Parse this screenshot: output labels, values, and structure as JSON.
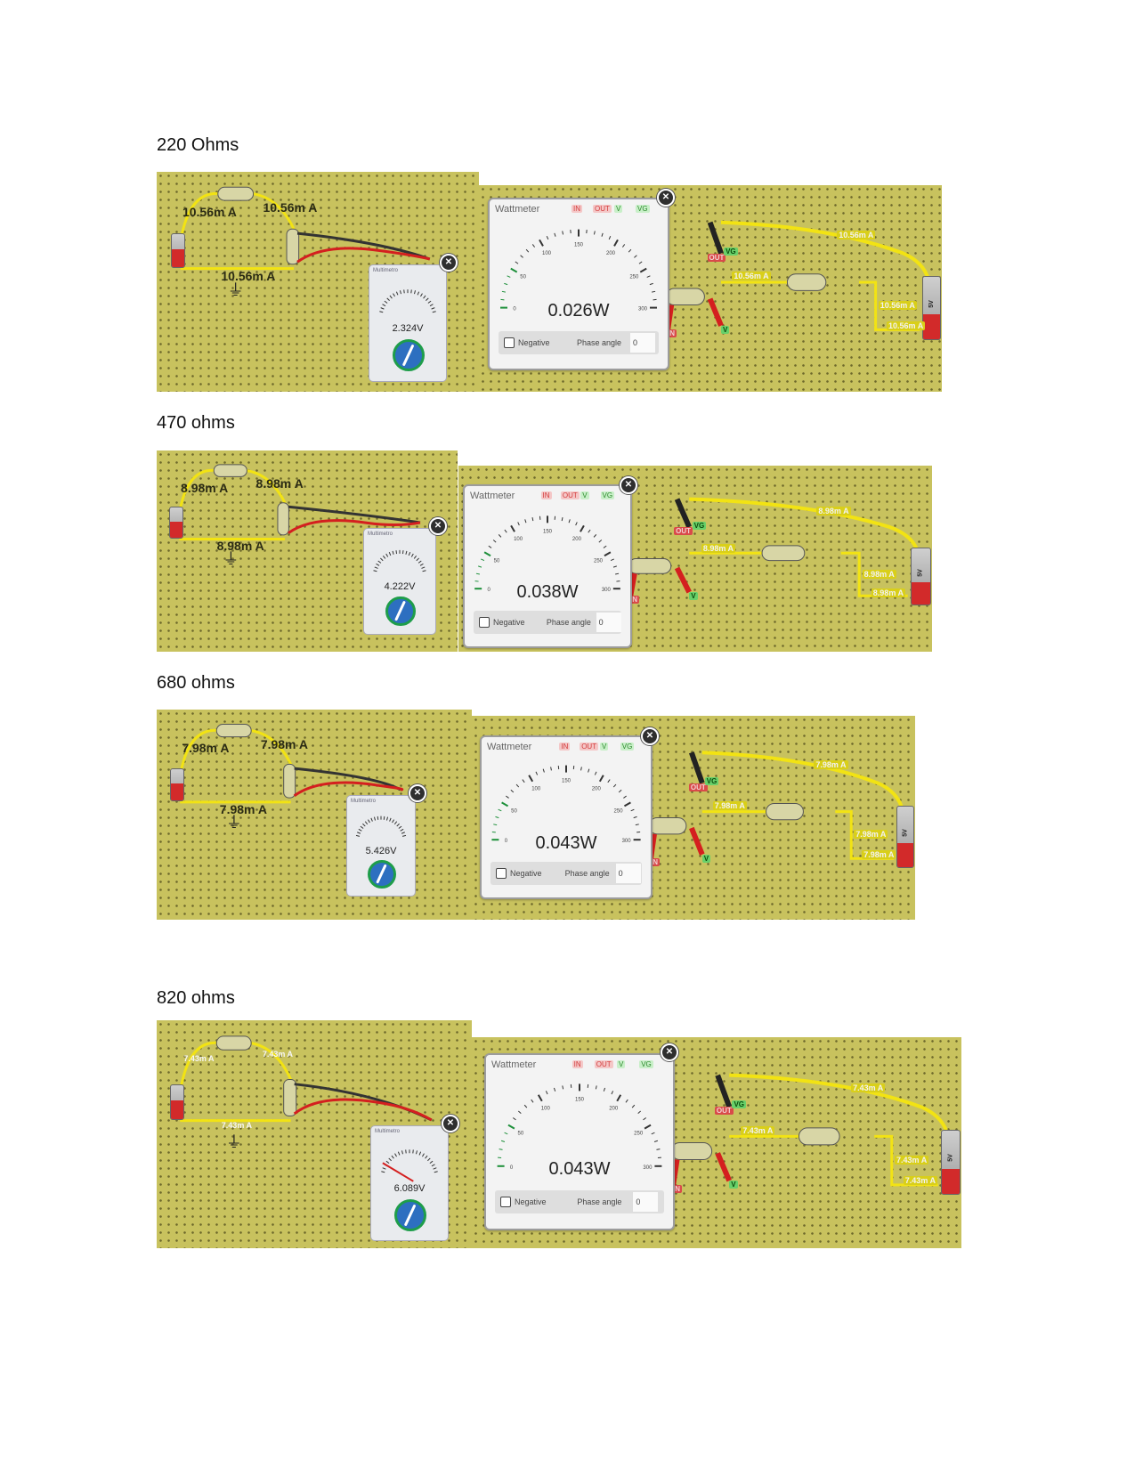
{
  "sections": [
    {
      "heading": "220 Ohms",
      "left_currents": [
        "10.56m A",
        "10.56m A",
        "10.56m A"
      ],
      "multimeter": {
        "title": "Multimetro",
        "reading": "2.324V"
      },
      "wattmeter": {
        "title": "Wattmeter",
        "terminals": [
          "IN",
          "OUT",
          "V",
          "VG"
        ],
        "scale": [
          "0",
          "50",
          "100",
          "150",
          "200",
          "250",
          "300"
        ],
        "reading": "0.026W",
        "negative_label": "Negative",
        "phase_label": "Phase angle",
        "phase_value": "0"
      },
      "right_currents": [
        "10.56m A",
        "10.56m A",
        "10.56m A",
        "10.56m A"
      ],
      "battery_label": "5V",
      "probe_tags": [
        "OUT",
        "VG",
        "IN",
        "V"
      ]
    },
    {
      "heading": "470 ohms",
      "left_currents": [
        "8.98m A",
        "8.98m A",
        "8.98m A"
      ],
      "multimeter": {
        "title": "Multimetro",
        "reading": "4.222V"
      },
      "wattmeter": {
        "title": "Wattmeter",
        "terminals": [
          "IN",
          "OUT",
          "V",
          "VG"
        ],
        "scale": [
          "0",
          "50",
          "100",
          "150",
          "200",
          "250",
          "300"
        ],
        "reading": "0.038W",
        "negative_label": "Negative",
        "phase_label": "Phase angle",
        "phase_value": "0"
      },
      "right_currents": [
        "8.98m A",
        "8.98m A",
        "8.98m A",
        "8.98m A"
      ],
      "battery_label": "5V",
      "probe_tags": [
        "OUT",
        "VG",
        "IN",
        "V"
      ]
    },
    {
      "heading": "680 ohms",
      "left_currents": [
        "7.98m A",
        "7.98m A",
        "7.98m A"
      ],
      "multimeter": {
        "title": "Multimetro",
        "reading": "5.426V"
      },
      "wattmeter": {
        "title": "Wattmeter",
        "terminals": [
          "IN",
          "OUT",
          "V",
          "VG"
        ],
        "scale": [
          "0",
          "50",
          "100",
          "150",
          "200",
          "250",
          "300"
        ],
        "reading": "0.043W",
        "negative_label": "Negative",
        "phase_label": "Phase angle",
        "phase_value": "0"
      },
      "right_currents": [
        "7.98m A",
        "7.98m A",
        "7.98m A",
        "7.98m A"
      ],
      "battery_label": "5V",
      "probe_tags": [
        "OUT",
        "VG",
        "IN",
        "V"
      ]
    },
    {
      "heading": "820 ohms",
      "left_currents": [
        "7.43m A",
        "7.43m A",
        "7.43m A"
      ],
      "multimeter": {
        "title": "Multimetro",
        "reading": "6.089V"
      },
      "wattmeter": {
        "title": "Wattmeter",
        "terminals": [
          "IN",
          "OUT",
          "V",
          "VG"
        ],
        "scale": [
          "0",
          "50",
          "100",
          "150",
          "200",
          "250",
          "300"
        ],
        "reading": "0.043W",
        "negative_label": "Negative",
        "phase_label": "Phase angle",
        "phase_value": "0"
      },
      "right_currents": [
        "7.43m A",
        "7.43m A",
        "7.43m A",
        "7.43m A"
      ],
      "battery_label": "5V",
      "probe_tags": [
        "OUT",
        "VG",
        "IN",
        "V"
      ]
    }
  ],
  "colors": {
    "board": "#c8c25e",
    "wire_yellow": "#f2e313",
    "wire_red": "#d41f1f",
    "wire_black": "#333333",
    "reading_text": "#222222"
  }
}
